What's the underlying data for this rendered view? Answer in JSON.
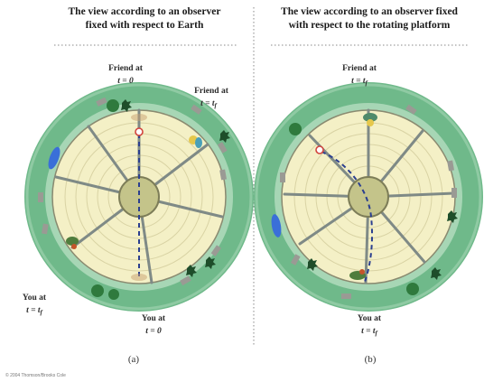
{
  "panel_a": {
    "title_line1": "The view according to an observer",
    "title_line2": "fixed with respect to Earth",
    "friend_t0": "Friend at",
    "friend_t0_time": "t = 0",
    "friend_tf": "Friend at",
    "friend_tf_time": "t = t",
    "you_tf": "You at",
    "you_tf_time": "t = t",
    "you_t0": "You at",
    "you_t0_time": "t = 0",
    "caption": "(a)"
  },
  "panel_b": {
    "title_line1": "The view according to an observer fixed",
    "title_line2": "with respect to the rotating platform",
    "friend": "Friend at",
    "friend_time": "t = t",
    "you": "You at",
    "you_time": "t = t",
    "caption": "(b)"
  },
  "subscript_f": "f",
  "copyright": "© 2004 Thomson/Brooks Cole",
  "colors": {
    "grass": "#6fb98a",
    "platform": "#f4f0c6",
    "hub": "#c4c48a",
    "spoke": "#7f8a86",
    "ball_path": "#2b3f8f",
    "ball": "#d2443c"
  }
}
